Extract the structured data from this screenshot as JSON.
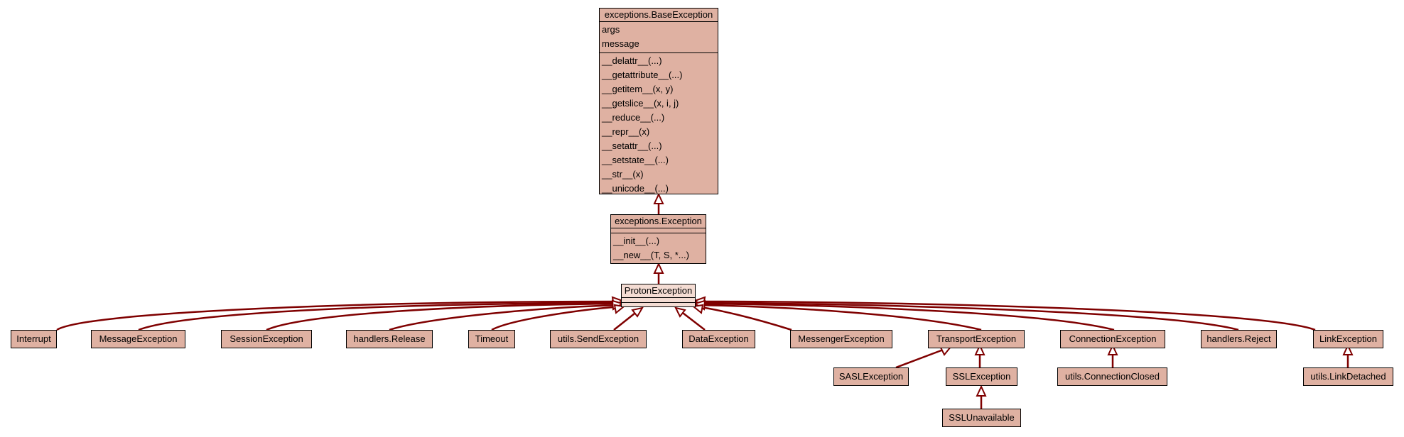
{
  "classes": {
    "base_exception": {
      "name": "exceptions.BaseException",
      "attributes": [
        "args",
        "message"
      ],
      "methods": [
        "__delattr__(...)",
        "__getattribute__(...)",
        "__getitem__(x, y)",
        "__getslice__(x, i, j)",
        "__reduce__(...)",
        "__repr__(x)",
        "__setattr__(...)",
        "__setstate__(...)",
        "__str__(x)",
        "__unicode__(...)"
      ]
    },
    "exception": {
      "name": "exceptions.Exception",
      "methods": [
        "__init__(...)",
        "__new__(T, S, *...)"
      ]
    },
    "proton_exception": {
      "name": "ProtonException"
    },
    "interrupt": "Interrupt",
    "message_exception": "MessageException",
    "session_exception": "SessionException",
    "handlers_release": "handlers.Release",
    "timeout": "Timeout",
    "utils_send_exception": "utils.SendException",
    "data_exception": "DataException",
    "messenger_exception": "MessengerException",
    "transport_exception": "TransportException",
    "connection_exception": "ConnectionException",
    "handlers_reject": "handlers.Reject",
    "link_exception": "LinkException",
    "sasl_exception": "SASLException",
    "ssl_exception": "SSLException",
    "utils_connection_closed": "utils.ConnectionClosed",
    "utils_link_detached": "utils.LinkDetached",
    "ssl_unavailable": "SSLUnavailable"
  },
  "colors": {
    "box_fill": "#dfb1a2",
    "selected_fill": "#f4dcd3",
    "edge": "#7f0000",
    "border": "#000000"
  }
}
